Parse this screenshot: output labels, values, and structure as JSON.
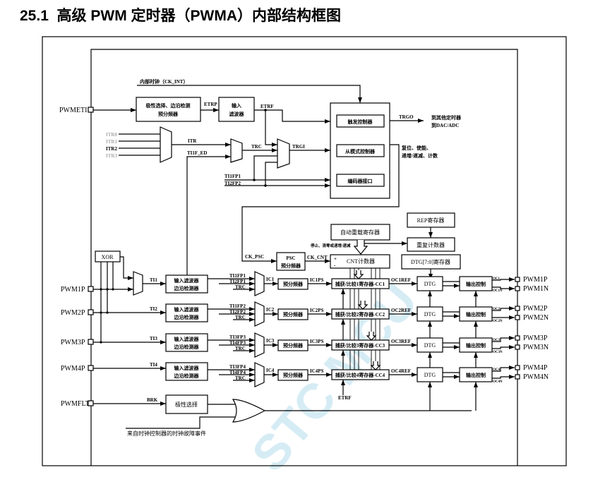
{
  "title": "25.1  高级 PWM 定时器（PWMA）内部结构框图",
  "top": {
    "ck_int": "内部时钟（CK_INT）",
    "pwmeti": "PWMETI",
    "polarity_prescaler": [
      "极性选择、边沿检测",
      "预分频器"
    ],
    "etrp": "ETRP",
    "input_filter": [
      "输入",
      "滤波器"
    ],
    "etrf": "ETRF",
    "itr": [
      "ITR0",
      "ITR1",
      "ITR2",
      "ITR3"
    ],
    "itr_out": "ITR",
    "ti1f_ed": "TI1F_ED",
    "trc": "TRC",
    "trgi": "TRGI",
    "ti1fp1": "TI1FP1",
    "ti2fp2": "TI2FP2",
    "trigger_controller": "触发控制器",
    "slave_mode_controller": "从模式控制器",
    "encoder_interface": "编码器接口",
    "trgo": "TRGO",
    "trgo_dest": [
      "到其他定时器",
      "到DAC/ADC"
    ],
    "slave_actions": [
      "复位、使能、",
      "递增/递减、计数"
    ]
  },
  "counter": {
    "ck_psc": "CK_PSC",
    "psc": [
      "PSC",
      "预分频器"
    ],
    "ck_cnt": "CK_CNT",
    "cnt": "CNT计数器",
    "plus": "+",
    "minus": "-",
    "auto_reload": "自动重载寄存器",
    "stop_clear": "停止、清零或递增/递减",
    "rep_register": "REP寄存器",
    "rep_counter": "重复计数器",
    "dtg_register": "DTG[7:0]寄存器",
    "etrf": "ETRF"
  },
  "input": {
    "xor": "XOR",
    "filter": [
      "输入滤波器",
      "边沿检测器"
    ],
    "prescaler": "预分频器",
    "trc": "TRC"
  },
  "channels": [
    {
      "pin": "PWM1P",
      "ti": "TI1",
      "fp_a": "TI1FP1",
      "fp_b": "TI2FP1",
      "ic": "IC1",
      "icps": "IC1PS",
      "cc": "捕获/比较1寄存器-CC1",
      "ocref": "OC1REF",
      "dtg": "DTG",
      "out": "输出控制",
      "oc": "OC1",
      "ocn": "OC1N",
      "out_p": "PWM1P",
      "out_n": "PWM1N"
    },
    {
      "pin": "PWM2P",
      "ti": "TI2",
      "fp_a": "TI1FP2",
      "fp_b": "TI2FP2",
      "ic": "IC2",
      "icps": "IC2PS",
      "cc": "捕获/比较2寄存器-CC2",
      "ocref": "OC2REF",
      "dtg": "DTG",
      "out": "输出控制",
      "oc": "OC2",
      "ocn": "OC2N",
      "out_p": "PWM2P",
      "out_n": "PWM2N"
    },
    {
      "pin": "PWM3P",
      "ti": "TI3",
      "fp_a": "TI3FP3",
      "fp_b": "TI4FP3",
      "ic": "IC3",
      "icps": "IC3PS",
      "cc": "捕获/比较3寄存器-CC3",
      "ocref": "OC3REF",
      "dtg": "DTG",
      "out": "输出控制",
      "oc": "OC3",
      "ocn": "OC3N",
      "out_p": "PWM3P",
      "out_n": "PWM3N"
    },
    {
      "pin": "PWM4P",
      "ti": "TI4",
      "fp_a": "TI3FP4",
      "fp_b": "TI4FP4",
      "ic": "IC4",
      "icps": "IC4PS",
      "cc": "捕获/比较4寄存器-CC4",
      "ocref": "OC4REF",
      "dtg": "DTG",
      "out": "输出控制",
      "oc": "OC4",
      "ocn": "OC4N",
      "out_p": "PWM4P",
      "out_n": "PWM4N"
    }
  ],
  "brake": {
    "pin": "PWMFLT",
    "brk": "BRK",
    "polarity": "极性选择",
    "clock_fault": "来自时钟控制器的时钟故障事件"
  },
  "watermark": "STC MCU",
  "colors": {
    "line": "#000000",
    "inactive_itr": "#aaaaaa",
    "watermark": "#cfe8f3"
  }
}
